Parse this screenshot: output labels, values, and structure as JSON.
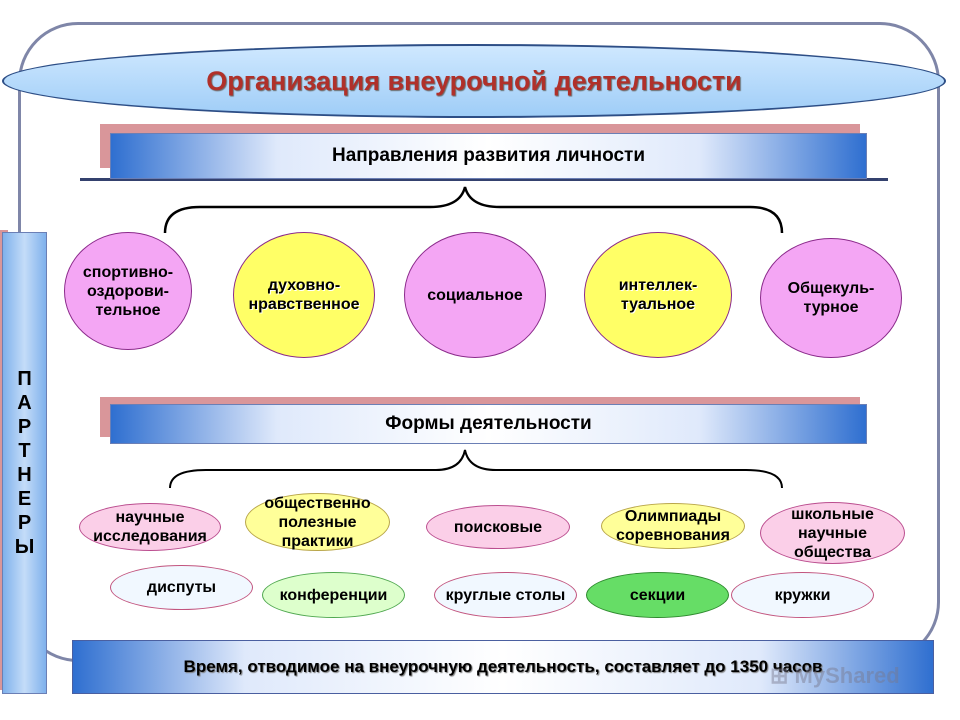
{
  "title": "Организация внеурочной деятельности",
  "banner1": "Направления развития личности",
  "banner2": "Формы деятельности",
  "sidebar": "П\nА\nР\nТ\nН\nЕ\nР\nЫ",
  "directions": [
    "спортивно-\nоздорови-\nтельное",
    "духовно-\nнравственное",
    "социальное",
    "интеллек-\nтуальное",
    "Общекуль-\nтурное"
  ],
  "forms_row1": [
    "научные\nисследования",
    "общественно\nполезные\nпрактики",
    "поисковые",
    "Олимпиады\nсоревнования",
    "школьные\nнаучные\nобщества"
  ],
  "forms_row2": [
    "диспуты",
    "конференции",
    "круглые столы",
    "секции",
    "кружки"
  ],
  "footer": "Время, отводимое на внеурочную деятельность, составляет до 1350 часов",
  "watermark": "MyShared",
  "colors": {
    "title_text": "#b0302a",
    "pink": "#f4a6f4",
    "yellow": "#ffff66",
    "green": "#66dd66"
  }
}
